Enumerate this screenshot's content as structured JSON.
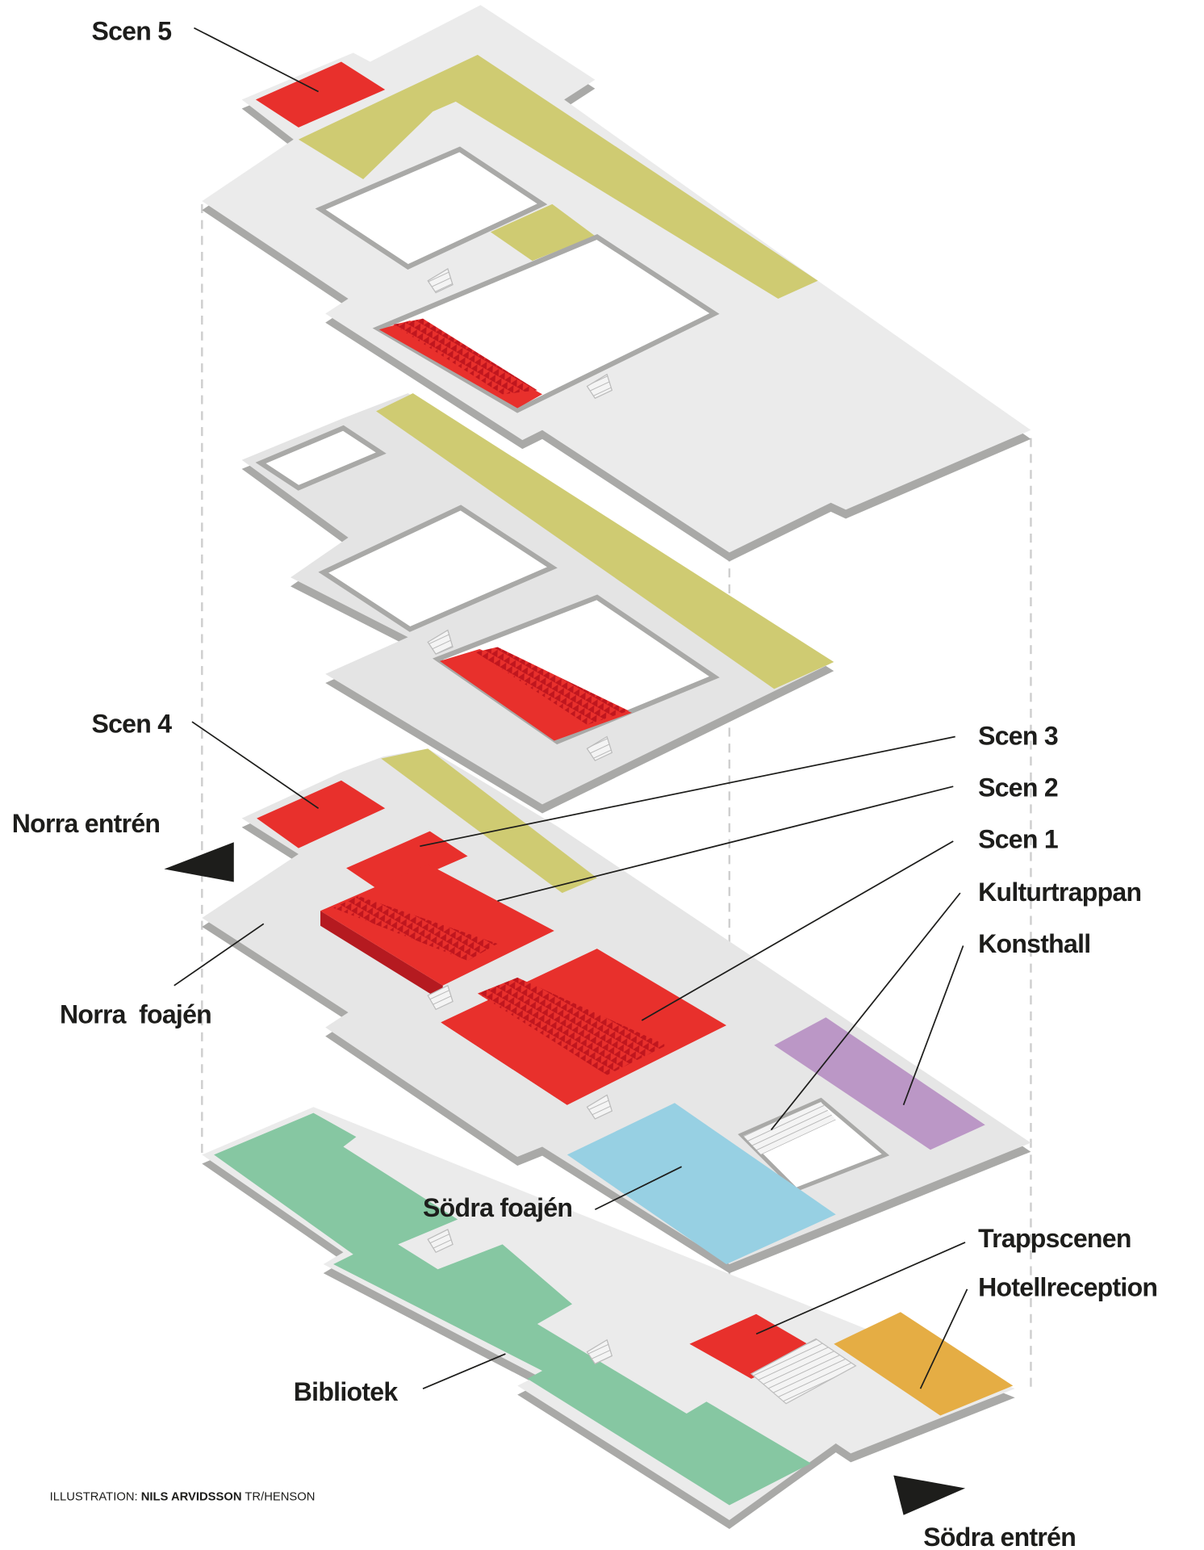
{
  "labels": {
    "scen5": "Scen 5",
    "scen4": "Scen 4",
    "norra_entren": "Norra entrén",
    "scen3": "Scen 3",
    "scen2": "Scen 2",
    "scen1": "Scen 1",
    "kulturtrappan": "Kulturtrappan",
    "konsthall": "Konsthall",
    "norra_foajen": "Norra  foajén",
    "sodra_foajen": "Södra foajén",
    "trappscenen": "Trappscenen",
    "hotellreception": "Hotellreception",
    "bibliotek": "Bibliotek",
    "sodra_entren": "Södra entrén"
  },
  "credit": {
    "prefix": "ILLUSTRATION: ",
    "author": "NILS ARVIDSSON",
    "suffix": " TR/HENSON"
  },
  "colors": {
    "floor": "#ebebeb",
    "edge": "#a9a9a7",
    "stage": "#e8302c",
    "corridor": "#cfcb72",
    "konsthall": "#bb97c6",
    "foyer": "#97d0e3",
    "library": "#86c7a2",
    "hotel": "#e5ad44"
  }
}
